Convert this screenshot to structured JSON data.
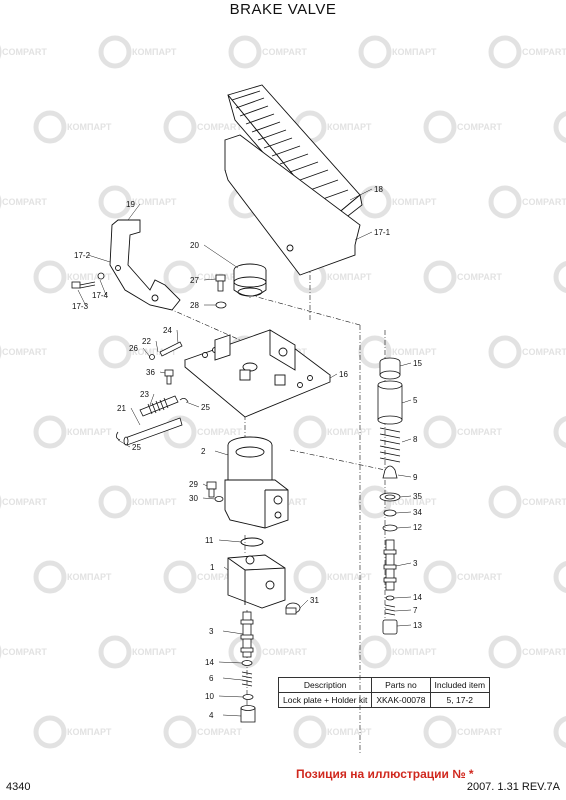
{
  "title": "BRAKE VALVE",
  "watermark": {
    "brand_latin": "COMPART",
    "brand_cyrillic": "КОМПАРТ"
  },
  "labels": [
    "18",
    "17-1",
    "19",
    "17-2",
    "17-4",
    "17-3",
    "20",
    "27",
    "28",
    "24",
    "22",
    "26",
    "36",
    "23",
    "21",
    "25",
    "25",
    "16",
    "15",
    "5",
    "8",
    "9",
    "35",
    "34",
    "12",
    "2",
    "29",
    "30",
    "11",
    "3",
    "1",
    "31",
    "14",
    "7",
    "13",
    "3",
    "14",
    "6",
    "10",
    "4"
  ],
  "table": {
    "headers": [
      "Description",
      "Parts no",
      "Included item"
    ],
    "rows": [
      [
        "Lock plate + Holder kit",
        "XKAK-00078",
        "5, 17-2"
      ]
    ]
  },
  "footer": {
    "page": "4340",
    "note": "Позиция на иллюстрации № *",
    "date_rev": "2007. 1.31  REV.7A"
  },
  "colors": {
    "line": "#111111",
    "watermark": "#e2e2e2",
    "note_red": "#d0281e"
  }
}
